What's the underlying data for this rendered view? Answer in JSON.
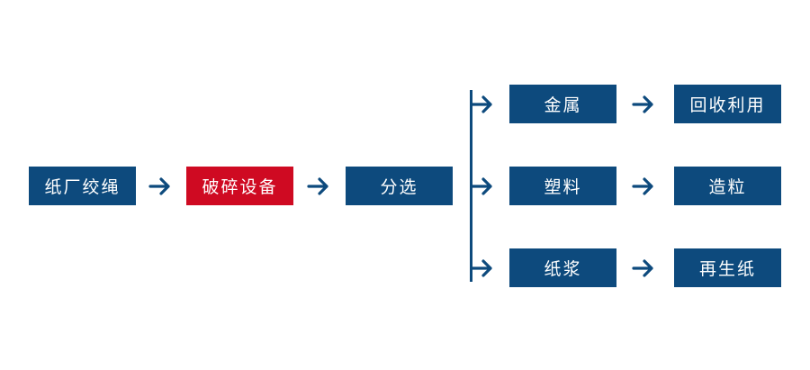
{
  "colors": {
    "primary": "#0d4a7d",
    "highlight": "#cf0a22",
    "text": "#ffffff"
  },
  "flow": {
    "source": "纸厂绞绳",
    "crusher": "破碎设备",
    "sorting": "分选",
    "branches": [
      {
        "material": "金属",
        "result": "回收利用"
      },
      {
        "material": "塑料",
        "result": "造粒"
      },
      {
        "material": "纸浆",
        "result": "再生纸"
      }
    ]
  }
}
